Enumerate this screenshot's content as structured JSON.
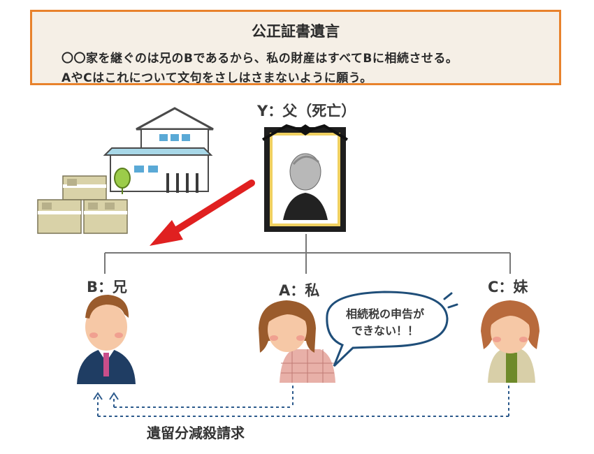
{
  "will": {
    "title": "公正証書遺言",
    "line1": "〇〇家を継ぐのは兄のBであるから、私の財産はすべてBに相続させる。",
    "line2": "AやCはこれについて文句をさしはさまないように願う。"
  },
  "father": {
    "label": "Y：父（死亡）"
  },
  "heirs": {
    "b_label": "B：兄",
    "a_label": "A：私",
    "c_label": "C：妹"
  },
  "speech": {
    "line1": "相続税の申告が",
    "line2": "できない！！"
  },
  "claim": {
    "label": "遺留分減殺請求"
  },
  "colors": {
    "border": "#e8822c",
    "box_bg": "#f5efe6",
    "arrow": "#e02020",
    "dotted": "#2c5a8c",
    "bubble": "#1f4e79"
  }
}
